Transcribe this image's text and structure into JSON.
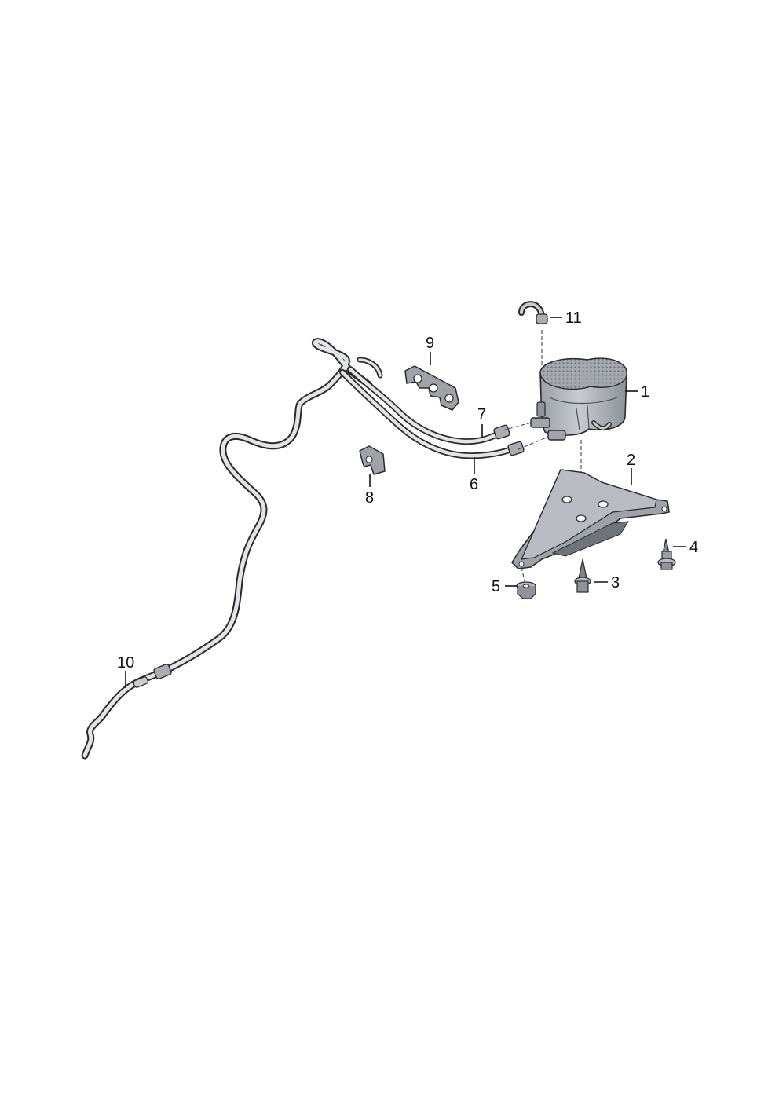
{
  "callouts": {
    "c1": "1",
    "c2": "2",
    "c3": "3",
    "c4": "4",
    "c5": "5",
    "c6": "6",
    "c7": "7",
    "c8": "8",
    "c9": "9",
    "c10": "10",
    "c11": "11"
  },
  "colors": {
    "part_fill": "#b9bcc2",
    "part_shade": "#8f949c",
    "part_dark": "#5f646b",
    "outline": "#2a2a2a",
    "hose_fill": "#e2e4e7"
  }
}
